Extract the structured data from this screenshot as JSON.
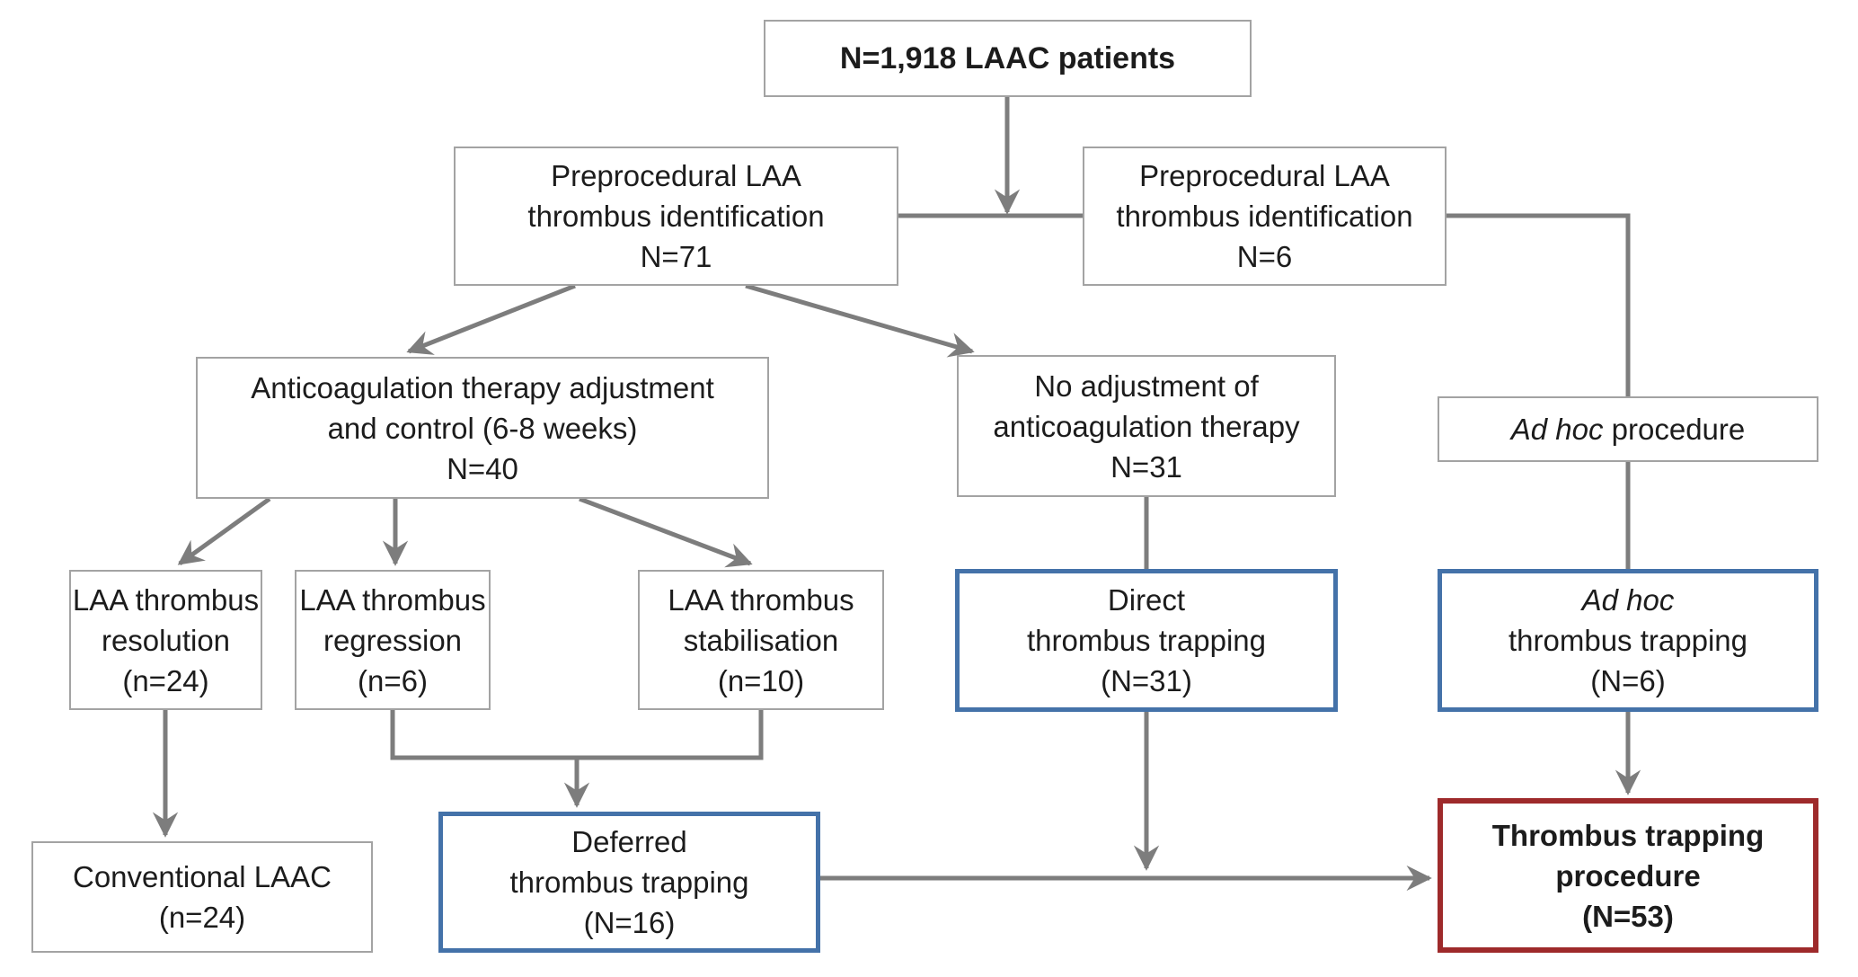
{
  "diagram": {
    "title": "LAAC thrombus trapping patient flow",
    "colors": {
      "background": "#ffffff",
      "text": "#1c1c1c",
      "plain_box_border": "#a3a3a3",
      "blue_box_border": "#4472a9",
      "red_box_border": "#9e2a2b",
      "connector": "#7d7d7d"
    },
    "nodes": {
      "total": {
        "lines": [
          "N=1,918 LAAC patients"
        ]
      },
      "preproc_left": {
        "lines": [
          "Preprocedural LAA",
          "thrombus identification",
          "N=71"
        ]
      },
      "preproc_right": {
        "lines": [
          "Preprocedural LAA",
          "thrombus identification",
          "N=6"
        ]
      },
      "anticoag": {
        "lines": [
          "Anticoagulation therapy adjustment",
          "and control (6-8 weeks)",
          "N=40"
        ]
      },
      "no_adjustment": {
        "lines": [
          "No adjustment of",
          "anticoagulation therapy",
          "N=31"
        ]
      },
      "adhoc_procedure": {
        "italic": "Ad hoc",
        "rest": " procedure"
      },
      "resolution": {
        "lines": [
          "LAA thrombus",
          "resolution",
          "(n=24)"
        ]
      },
      "regression": {
        "lines": [
          "LAA thrombus",
          "regression",
          "(n=6)"
        ]
      },
      "stabilisation": {
        "lines": [
          "LAA thrombus",
          "stabilisation",
          "(n=10)"
        ]
      },
      "direct_trapping": {
        "lines": [
          "Direct",
          "thrombus trapping",
          "(N=31)"
        ]
      },
      "adhoc_trapping": {
        "italic": "Ad hoc",
        "lines": [
          "thrombus trapping",
          "(N=6)"
        ]
      },
      "conventional": {
        "lines": [
          "Conventional LAAC",
          "(n=24)"
        ]
      },
      "procedure_total": {
        "lines": [
          "Thrombus trapping",
          "procedure",
          "(N=53)"
        ]
      }
    }
  }
}
